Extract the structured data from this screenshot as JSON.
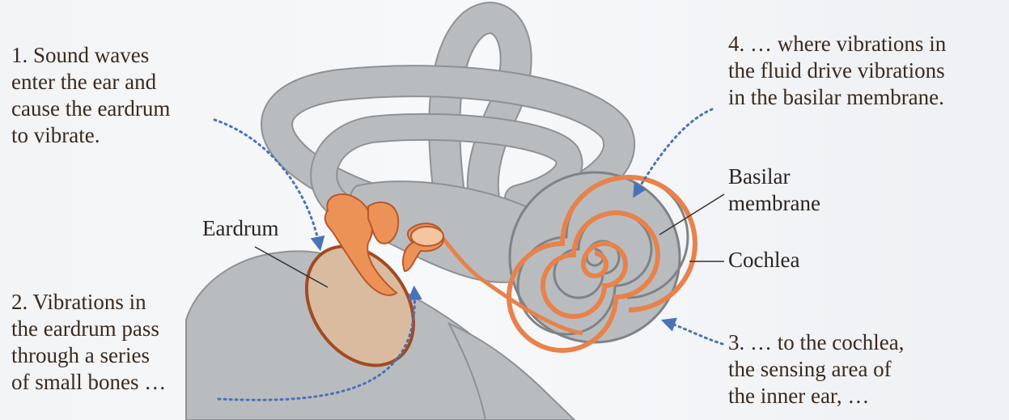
{
  "steps": {
    "step1": "1. Sound waves\nenter the ear and\ncause the eardrum\nto vibrate.",
    "step2": "2. Vibrations in\nthe eardrum pass\nthrough a series\nof small bones …",
    "step3": "3. … to the cochlea,\nthe sensing area of\nthe inner ear, …",
    "step4": "4. … where vibrations in\nthe fluid drive vibrations\nin the basilar membrane."
  },
  "labels": {
    "eardrum": "Eardrum",
    "basilar_membrane": "Basilar\nmembrane",
    "cochlea": "Cochlea"
  },
  "colors": {
    "canal_gray": "#b9bcbf",
    "ear_bone_orange": "#ec9257",
    "basilar_orange": "#e8824a",
    "eardrum_fill": "#d9bba0",
    "arrow_blue": "#4a72b8",
    "text_brown": "#3a2a1e"
  }
}
